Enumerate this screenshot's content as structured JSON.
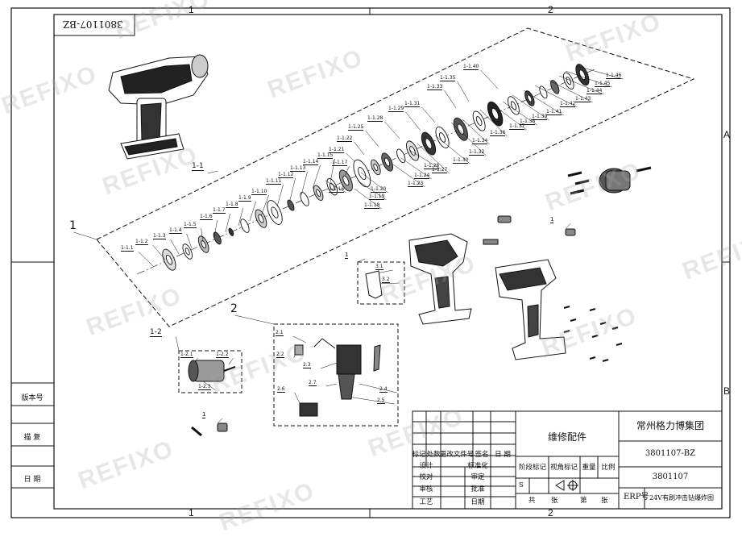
{
  "drawing": {
    "code_box": "3801107-BZ",
    "zones": {
      "top_1": "1",
      "top_2": "2",
      "bottom_1": "1",
      "bottom_2": "2",
      "side_a": "A",
      "side_b": "B"
    },
    "watermark": "REFIXO"
  },
  "side_labels": {
    "version": "版本号",
    "copy": "描 复",
    "date": "日 期"
  },
  "callouts": {
    "assy1": "1",
    "assy2": "2",
    "sub1_1": "1-1",
    "sub1_2": "1-2",
    "p1_1": "1-1.1",
    "p1_2": "1-1.2",
    "p1_3": "1-1.3",
    "p1_4": "1-1.4",
    "p1_5": "1-1.5",
    "p1_6": "1-1.6",
    "p1_7": "1-1.7",
    "p1_8": "1-1.8",
    "p1_9": "1-1.9",
    "p1_10": "1-1.10",
    "p1_11": "1-1.11",
    "p1_12": "1-1.12",
    "p1_13": "1-1.13",
    "p1_14": "1-1.14",
    "p1_15": "1-1.15",
    "p1_16": "1-1.16",
    "p1_17": "1-1.17",
    "p1_18": "1-1.18",
    "p1_19": "1-1.19",
    "p1_20": "1-1.20",
    "p1_21": "1-1.21",
    "p1_22": "1-1.22",
    "p1_23": "1-1.23",
    "p1_24": "1-1.24",
    "p1_25": "1-1.25",
    "p1_26": "1-1.26",
    "p1_27": "1-1.27",
    "p1_28": "1-1.28",
    "p1_29": "1-1.29",
    "p1_30": "1-1.30",
    "p1_31": "1-1.31",
    "p1_32": "1-1.32",
    "p1_33": "1-1.33",
    "p1_34": "1-1.34",
    "p1_35": "1-1.35",
    "p1_36": "1-1.36",
    "p1_37": "1-1.37",
    "p1_38": "1-1.38",
    "p1_39": "1-1.39",
    "p1_40": "1-1.40",
    "p1_41": "1-1.41",
    "p1_42": "1-1.42",
    "p1_43": "1-1.43",
    "p1_44": "1-1.44",
    "p1_45": "1-1.45",
    "p1_46": "1-1.46",
    "p12_1": "1-2.1",
    "p12_2": "1-2.2",
    "p12_3": "1-2.3",
    "p2_1": "2.1",
    "p2_2": "2.2",
    "p2_3": "2.3",
    "p2_4": "2.4",
    "p2_5": "2.5",
    "p2_6": "2.6",
    "p2_7": "2.7",
    "p3_1": "3.1",
    "p3_2": "3.2",
    "one_a": "1",
    "one_b": "1",
    "one_c": "1"
  },
  "title_block": {
    "company": "常州格力博集团",
    "part_title": "维修配件",
    "drawing_no": "3801107-BZ",
    "part_no": "3801107",
    "erp_label": "ERP号",
    "erp_desc": "24V有刷冲击钻爆炸图",
    "headers": {
      "mark": "标记",
      "count": "处数",
      "change_doc": "更改文件号",
      "sign": "签名",
      "date": "日 期"
    },
    "rows_left": {
      "design": "设计",
      "check": "校对",
      "review": "审核",
      "process": "工艺"
    },
    "rows_mid": {
      "standard": "标准化",
      "audit": "审定",
      "approve": "批准",
      "date": "日期"
    },
    "stage_mark": "阶段标记",
    "view_mark": "视角标记",
    "weight": "重量",
    "scale": "比例",
    "stage_value": "S",
    "total": "共",
    "sheet_unit": "张",
    "nth": "第",
    "sheet_unit2": "张"
  },
  "colors": {
    "line": "#111111",
    "watermark": "#b4b4b4"
  }
}
